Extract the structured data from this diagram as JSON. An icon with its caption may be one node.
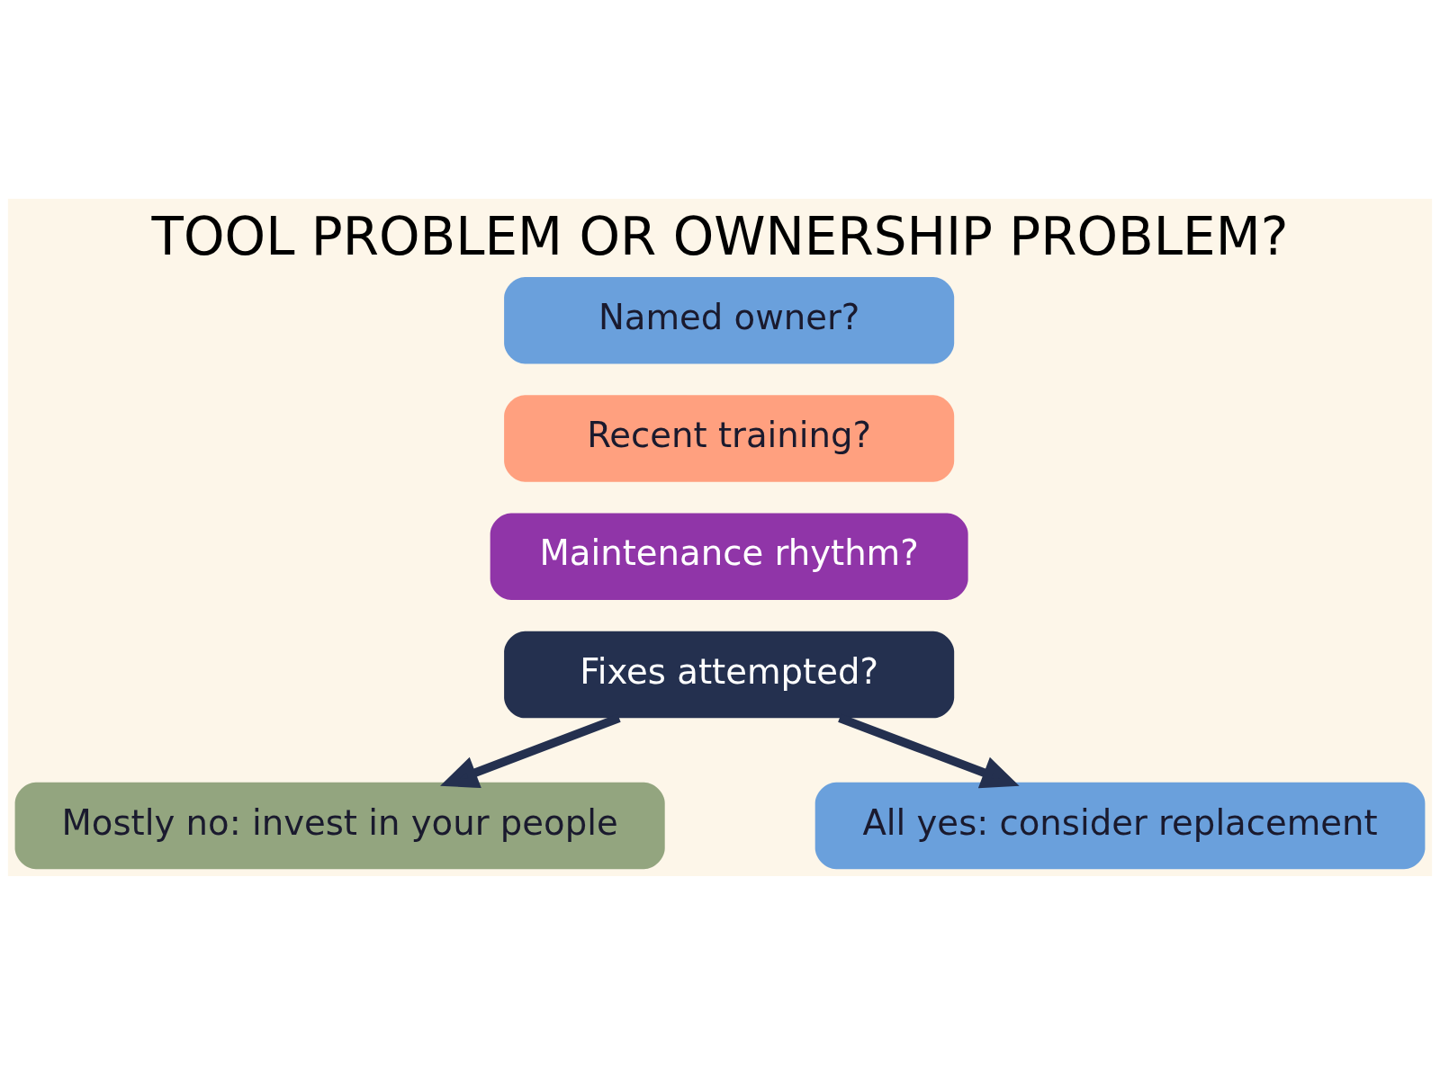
{
  "diagram": {
    "title": "TOOL PROBLEM OR OWNERSHIP PROBLEM?",
    "nodes": [
      {
        "text": [
          "Named owner?"
        ]
      },
      {
        "text": [
          "Recent training?"
        ]
      },
      {
        "text": [
          "Maintenance rhythm?"
        ]
      },
      {
        "text": [
          "Fixes attempted?"
        ]
      },
      {
        "text": [
          "Mostly no: invest in your people"
        ]
      },
      {
        "text": [
          "All yes: consider replacement"
        ]
      }
    ],
    "edges": [
      {
        "from": 3,
        "to": 4,
        "arrow": "to"
      },
      {
        "from": 3,
        "to": 5,
        "arrow": "to"
      }
    ]
  }
}
